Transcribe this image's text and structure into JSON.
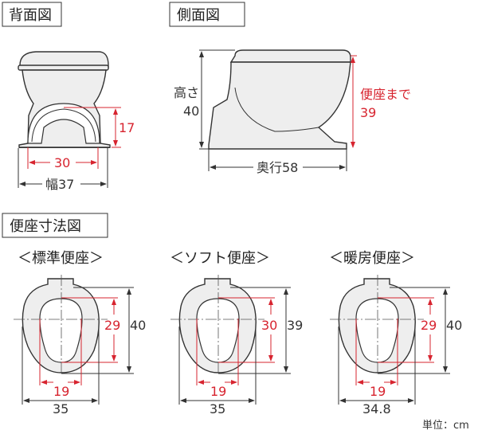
{
  "sections": {
    "back": {
      "title": "背面図",
      "height_to_arch": "17",
      "inner_width": "30",
      "width": "幅37"
    },
    "side": {
      "title": "側面図",
      "height_label": "高さ",
      "height_value": "40",
      "seat_height_label": "便座まで",
      "seat_height_value": "39",
      "depth": "奥行58"
    },
    "seats": {
      "title": "便座寸法図"
    }
  },
  "seats": [
    {
      "name": "＜標準便座＞",
      "hole_length": "29",
      "length": "40",
      "hole_width": "19",
      "width": "35"
    },
    {
      "name": "＜ソフト便座＞",
      "hole_length": "30",
      "length": "39",
      "hole_width": "19",
      "width": "35"
    },
    {
      "name": "＜暖房便座＞",
      "hole_length": "29",
      "length": "40",
      "hole_width": "19",
      "width": "34.8"
    }
  ],
  "unit": "単位：cm",
  "colors": {
    "accent": "#d7242f",
    "fill": "#eeeeee",
    "line": "#333333"
  }
}
